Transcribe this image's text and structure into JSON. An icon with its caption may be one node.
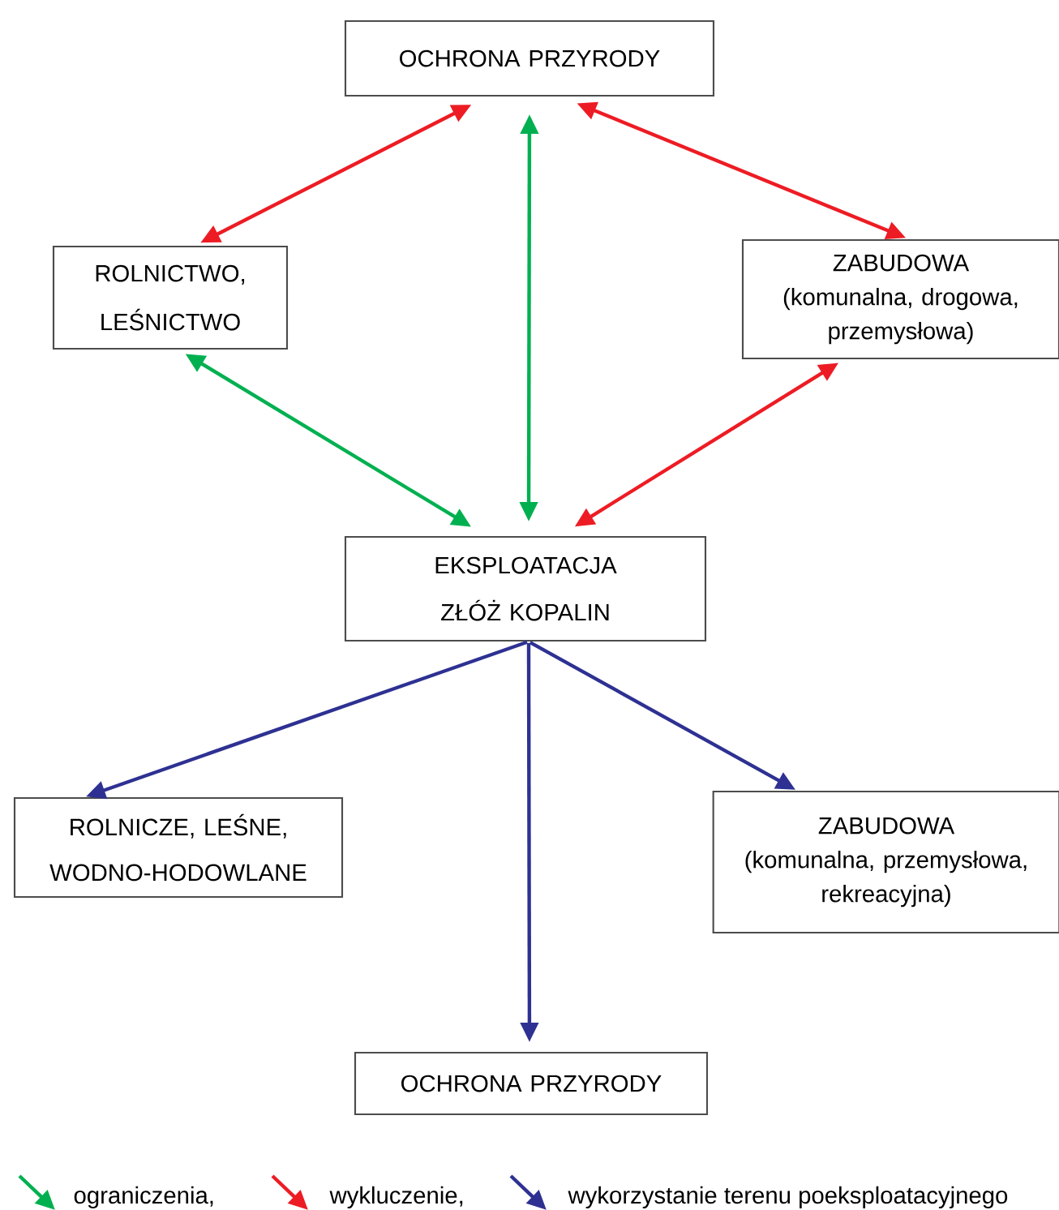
{
  "diagram": {
    "nodes": [
      {
        "text": [
          "OCHRONA PRZYRODY"
        ]
      },
      {
        "text": [
          "ROLNICTWO, LEŚNICTWO"
        ]
      },
      {
        "text": [
          "ZABUDOWA",
          "(komunalna, drogowa, przemysłowa)"
        ]
      },
      {
        "text": [
          "EKSPLOATACJA ZŁÓŻ KOPALIN"
        ]
      },
      {
        "text": [
          "ROLNICZE, LEŚNE, WODNO-HODOWLANE"
        ]
      },
      {
        "text": [
          "ZABUDOWA",
          "(komunalna, przemysłowa, rekreacyjna)"
        ]
      },
      {
        "text": [
          "OCHRONA PRZYRODY"
        ]
      }
    ],
    "edges": [
      {
        "from": 0,
        "to": 1,
        "arrow": "both",
        "color": "#ed1c24"
      },
      {
        "from": 0,
        "to": 2,
        "arrow": "both",
        "color": "#ed1c24"
      },
      {
        "from": 0,
        "to": 3,
        "arrow": "both",
        "color": "#00b050"
      },
      {
        "from": 1,
        "to": 3,
        "arrow": "both",
        "color": "#00b050"
      },
      {
        "from": 2,
        "to": 3,
        "arrow": "both",
        "color": "#ed1c24"
      },
      {
        "from": 3,
        "to": 4,
        "arrow": "to",
        "color": "#2e3192"
      },
      {
        "from": 3,
        "to": 5,
        "arrow": "to",
        "color": "#2e3192"
      },
      {
        "from": 3,
        "to": 6,
        "arrow": "to",
        "color": "#2e3192"
      }
    ],
    "legend": [
      {
        "text": "ograniczenia,"
      },
      {
        "text": "wykluczenie,"
      },
      {
        "text": "wykorzystanie terenu poeksploatacyjnego"
      }
    ]
  }
}
